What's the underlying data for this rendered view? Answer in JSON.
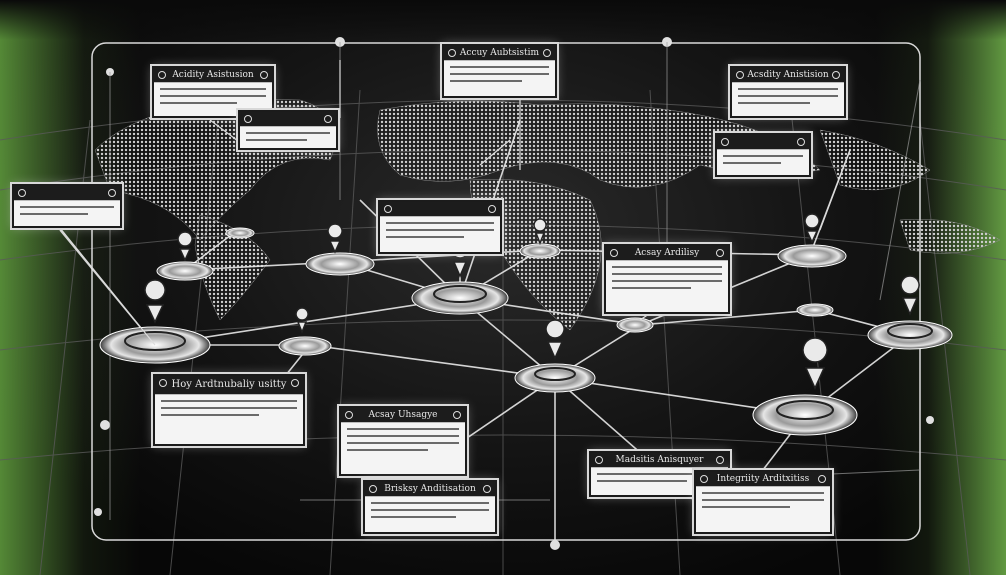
{
  "panels": [
    {
      "title": "Aсcuy Aubtsistim"
    },
    {
      "title": "Aсіdity Asіstusion"
    },
    {
      "title": "Aсsdity Anіstision"
    },
    {
      "title": "Aсsay Ardilisy"
    },
    {
      "title": "Hoy Ardtnubaliy usitty"
    },
    {
      "title": "Acsay Uhsagye"
    },
    {
      "title": "Madsitis Anіsquyer"
    },
    {
      "title": "Brisksy Anditisation"
    },
    {
      "title": "Integriity Arditxitiss"
    }
  ],
  "colors": {
    "glow": "#7ab84a",
    "panel": "#f4f4f4",
    "header": "#1c1c1c"
  }
}
